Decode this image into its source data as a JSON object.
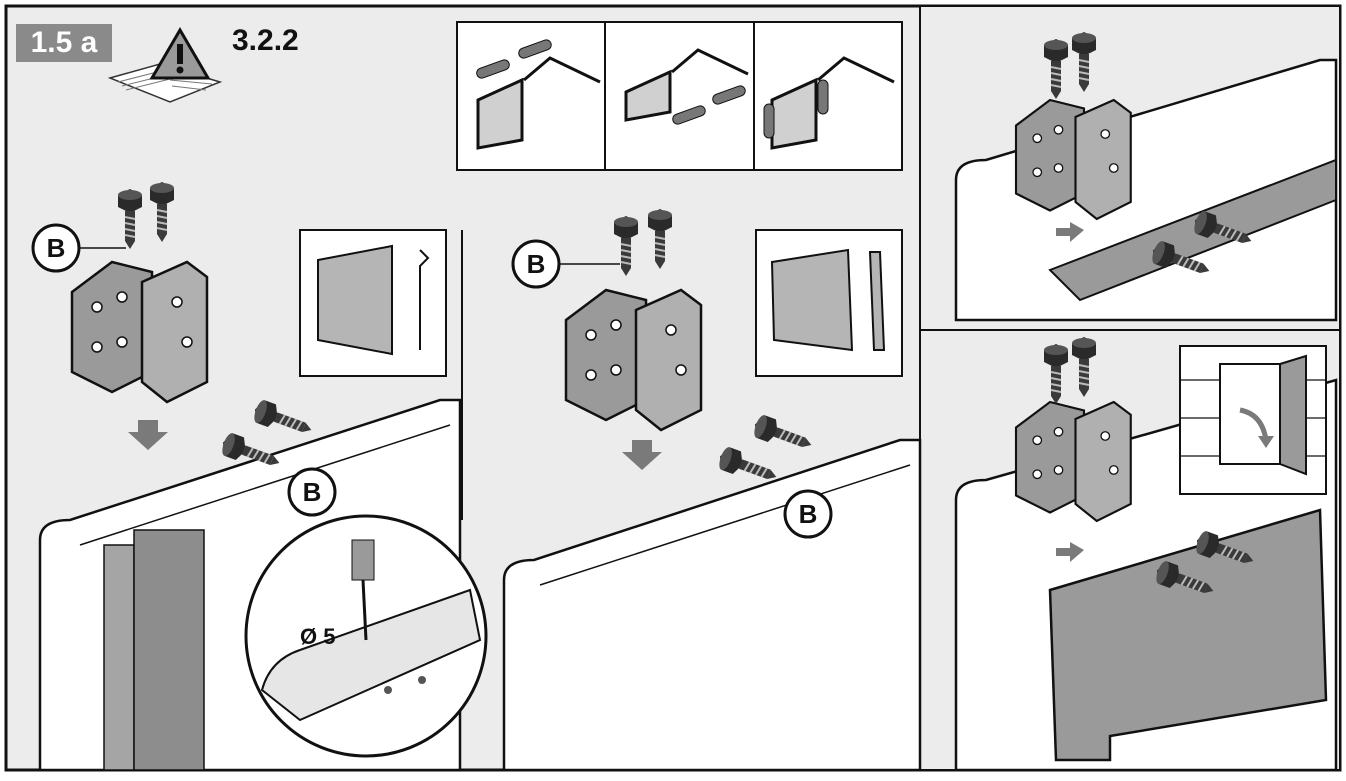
{
  "step": {
    "label": "1.5 a"
  },
  "manual_reference": {
    "section": "3.2.2",
    "icon": "warning-manual-icon"
  },
  "callouts": {
    "screw_label": "B"
  },
  "drill": {
    "diameter_label": "Ø 5"
  },
  "colors": {
    "background": "#ececec",
    "panel": "#ffffff",
    "line": "#1a1a1a",
    "hardware": "#9a9a9a",
    "badge": "#8a8a8a"
  }
}
